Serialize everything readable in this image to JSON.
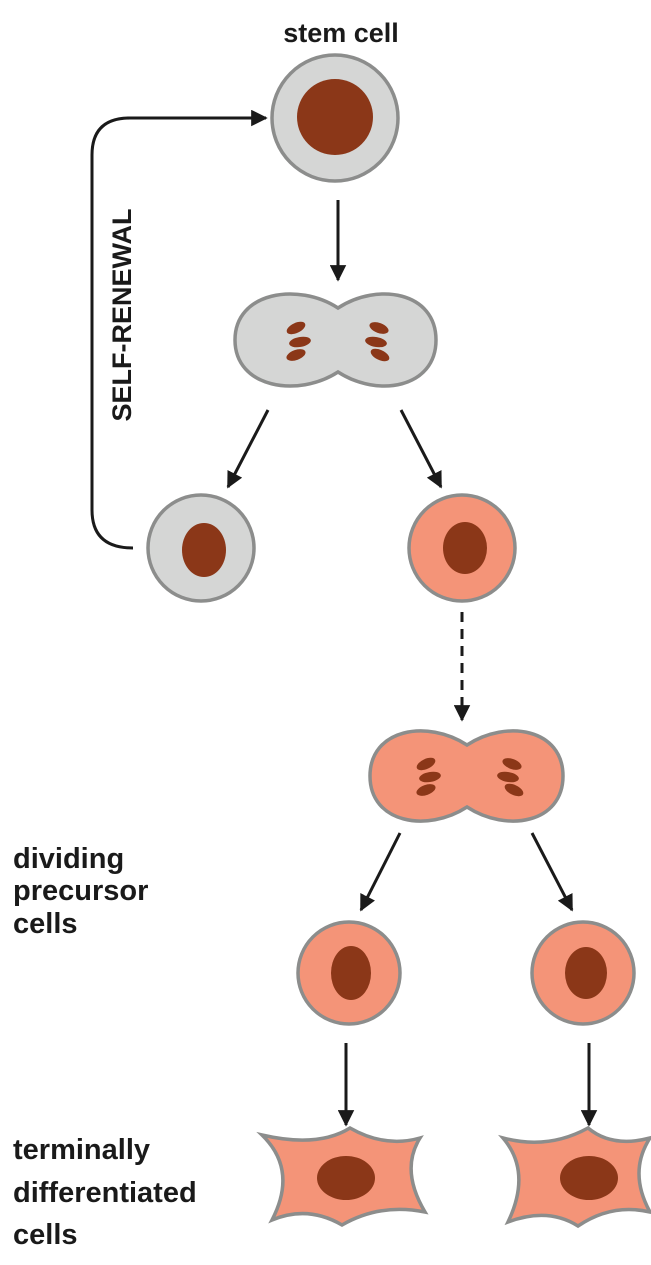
{
  "labels": {
    "stem_cell": "stem cell",
    "self_renewal": "SELF-RENEWAL",
    "dividing_line1": "dividing",
    "dividing_line2": "precursor",
    "dividing_line3": "cells",
    "terminal_line1": "terminally",
    "terminal_line2": "differentiated",
    "terminal_line3": "cells"
  },
  "colors": {
    "stem_cell_fill": "#d5d6d5",
    "precursor_cell_fill": "#f49478",
    "cell_outline": "#8c8d8c",
    "nucleus": "#8b3718",
    "arrow": "#1a1a1a"
  }
}
